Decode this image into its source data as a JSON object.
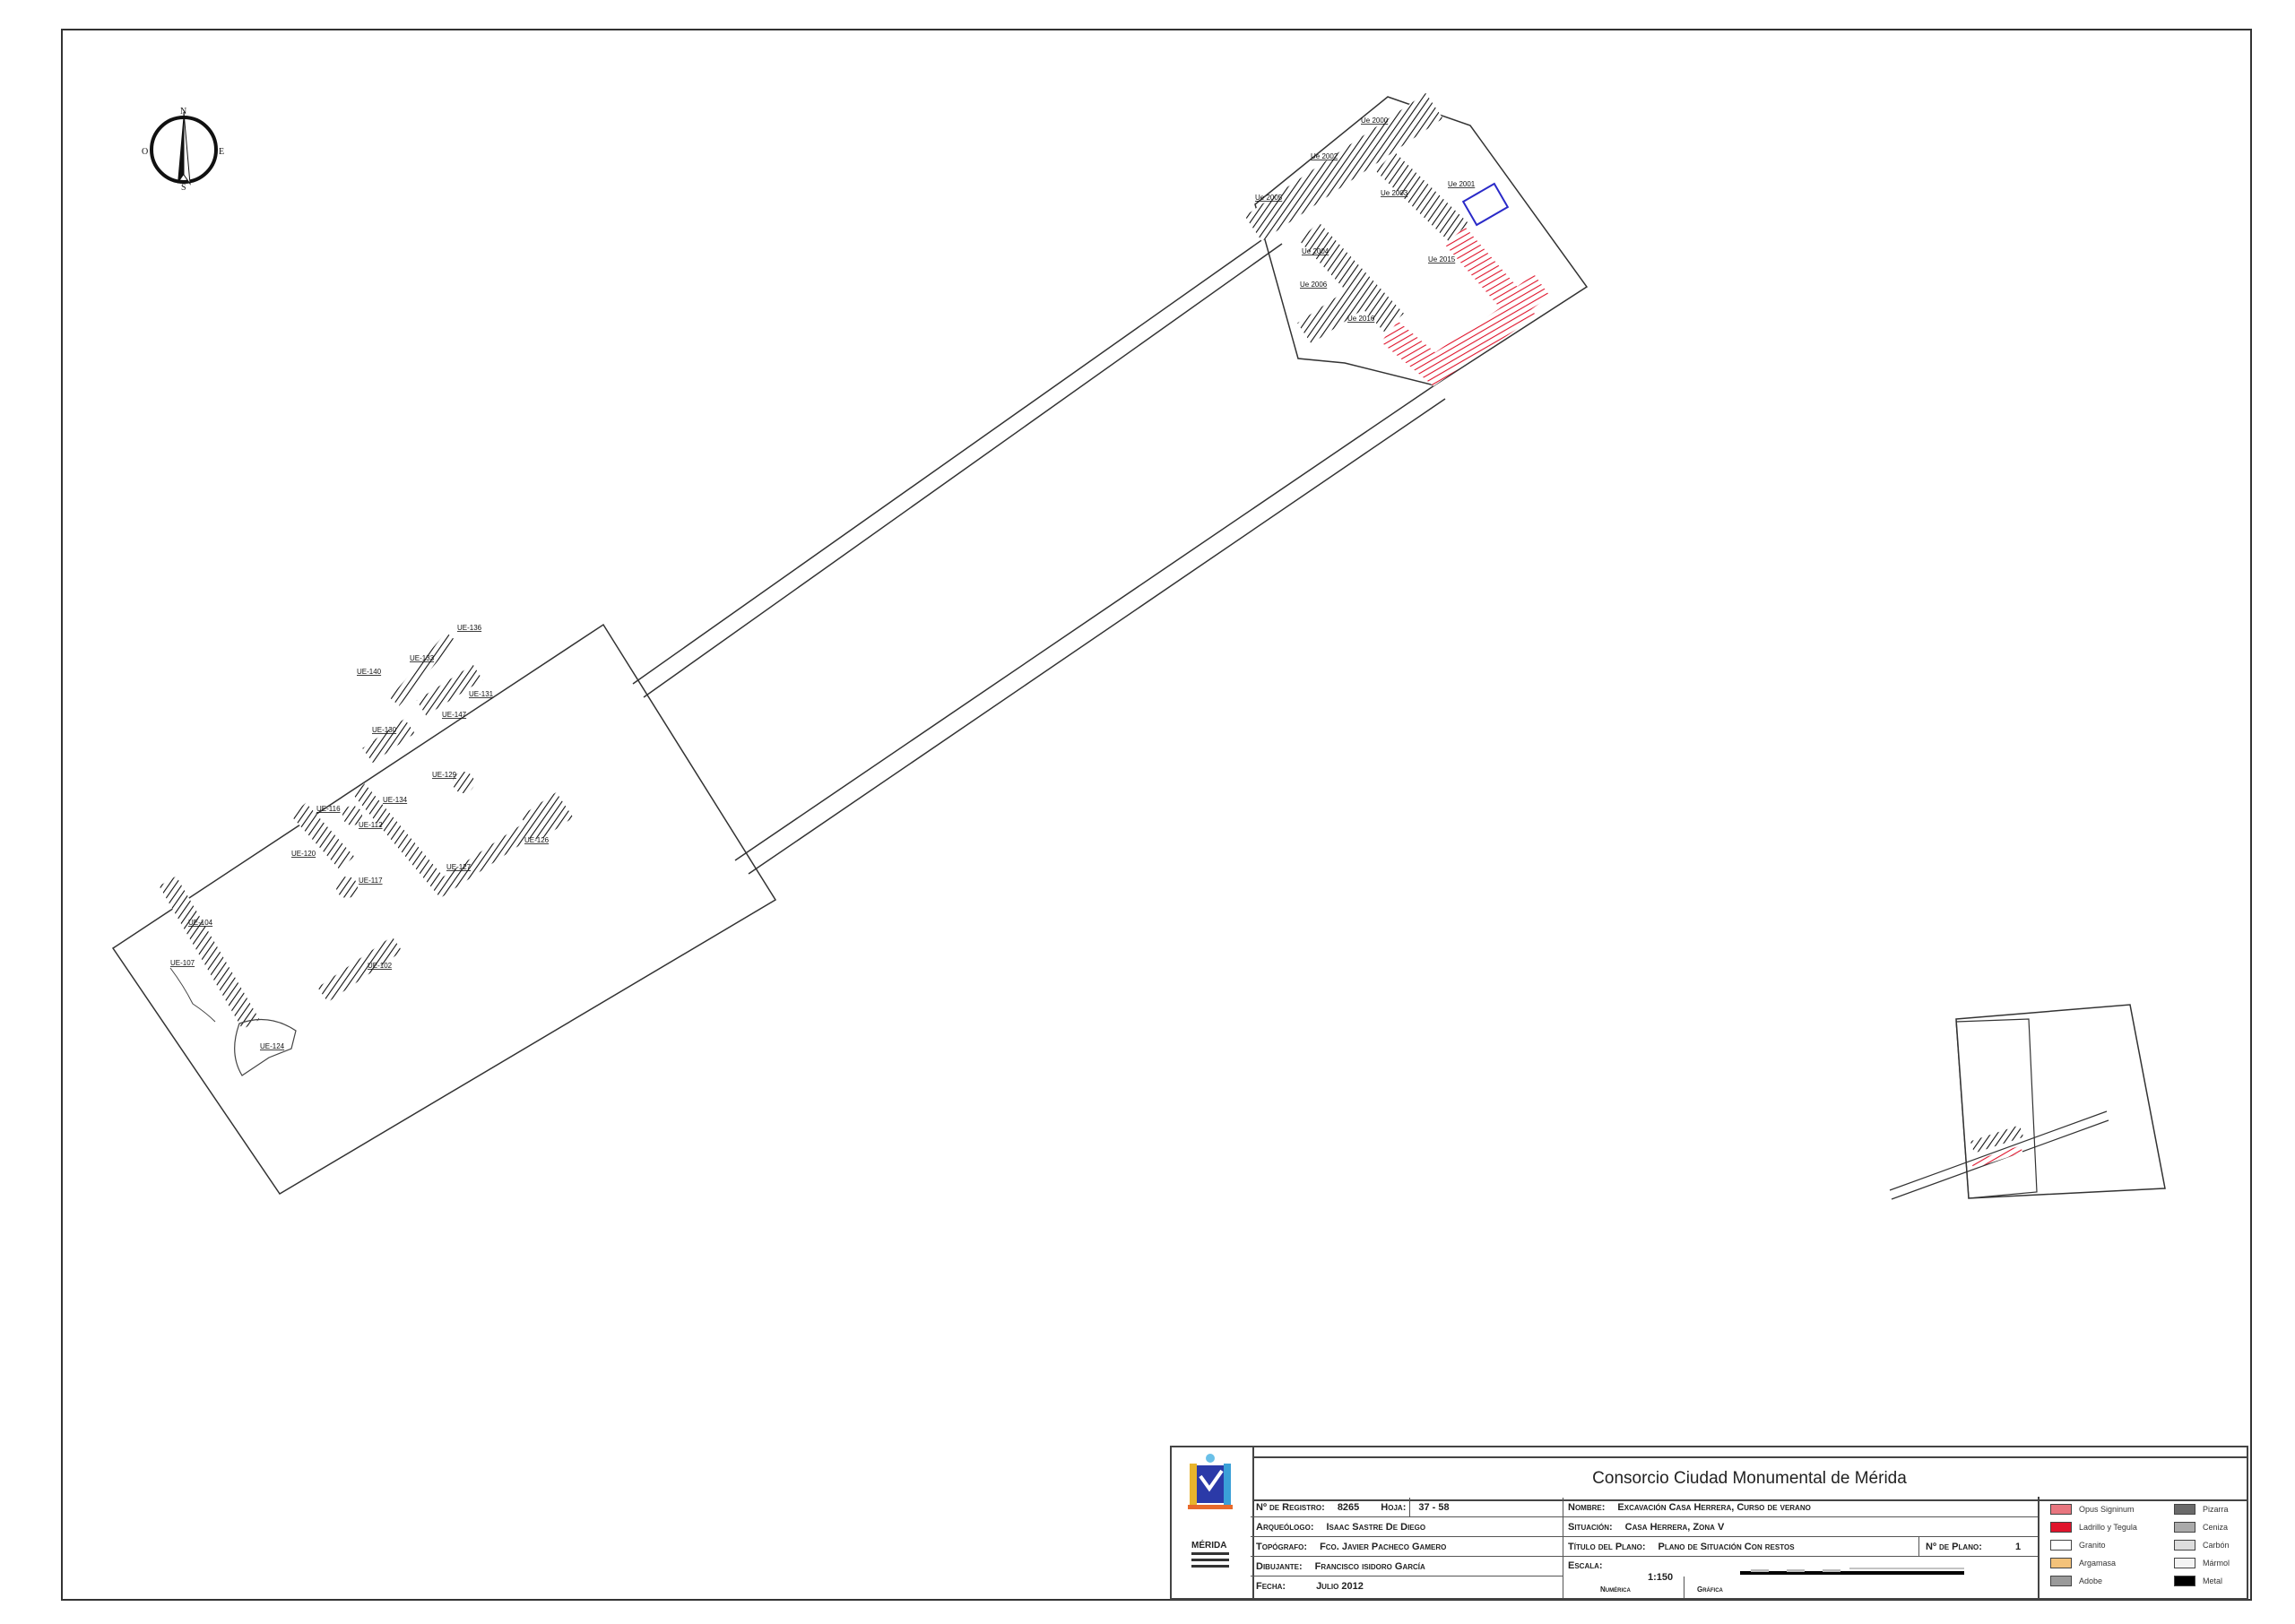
{
  "compass": {
    "n": "N",
    "e": "E",
    "s": "S",
    "w": "O"
  },
  "excavation_east": {
    "labels": [
      "Ue 2000",
      "Ue 2002",
      "Ue 2005",
      "Ue 2003",
      "Ue 2001",
      "Ue 2004",
      "Ue 2015",
      "Ue 2006",
      "Ue 2016"
    ]
  },
  "excavation_west": {
    "labels": [
      "UE-136",
      "UE-133",
      "UE-140",
      "UE-131",
      "UE-147",
      "UE-130",
      "UE-129",
      "UE-134",
      "UE-116",
      "UE-112",
      "UE-120",
      "UE-117",
      "UE-127",
      "UE-126",
      "UE-104",
      "UE-107",
      "UE-102",
      "UE-124"
    ]
  },
  "colors": {
    "wall": "#222222",
    "opus_signinum": "#e8767f",
    "ladrillo": "#e0142c",
    "blue_feature": "#2a2ac8",
    "frame": "#333333"
  },
  "title_block": {
    "organization": "Consorcio Ciudad Monumental de Mérida",
    "logo_text": "MÉRIDA",
    "registro_label": "Nº de Registro:",
    "registro_value": "8265",
    "hoja_label": "Hoja:",
    "hoja_value": "37 - 58",
    "arqueologo_label": "Arqueólogo:",
    "arqueologo_value": "Isaac Sastre De Diego",
    "topografo_label": "Topógrafo:",
    "topografo_value": "Fco. Javier Pacheco Gamero",
    "dibujante_label": "Dibujante:",
    "dibujante_value": "Francisco isidoro García",
    "fecha_label": "Fecha:",
    "fecha_value": "Julio 2012",
    "nombre_label": "Nombre:",
    "nombre_value": "Excavación Casa Herrera, Curso de verano",
    "situacion_label": "Situación:",
    "situacion_value": "Casa Herrera, Zona V",
    "titulo_label": "Título del Plano:",
    "titulo_value": "Plano de Situación Con restos",
    "plano_label": "Nº de Plano:",
    "plano_value": "1",
    "escala_label": "Escala:",
    "escala_value": "1:150",
    "numerica_label": "Numérica",
    "grafica_label": "Gráfica"
  },
  "legend": [
    {
      "label": "Opus Signinum",
      "color": "#e8767f"
    },
    {
      "label": "Ladrillo y Tegula",
      "color": "#e0142c"
    },
    {
      "label": "Granito",
      "color": "#ffffff"
    },
    {
      "label": "Argamasa",
      "color": "#f3c27a"
    },
    {
      "label": "Adobe",
      "color": "#9a9a9a"
    },
    {
      "label": "Pizarra",
      "color": "#6a6a6a"
    },
    {
      "label": "Ceniza",
      "color": "#aaaaaa"
    },
    {
      "label": "Carbón",
      "color": "#dddddd"
    },
    {
      "label": "Mármol",
      "color": "#f4f4f4"
    },
    {
      "label": "Metal",
      "color": "#000000"
    }
  ]
}
